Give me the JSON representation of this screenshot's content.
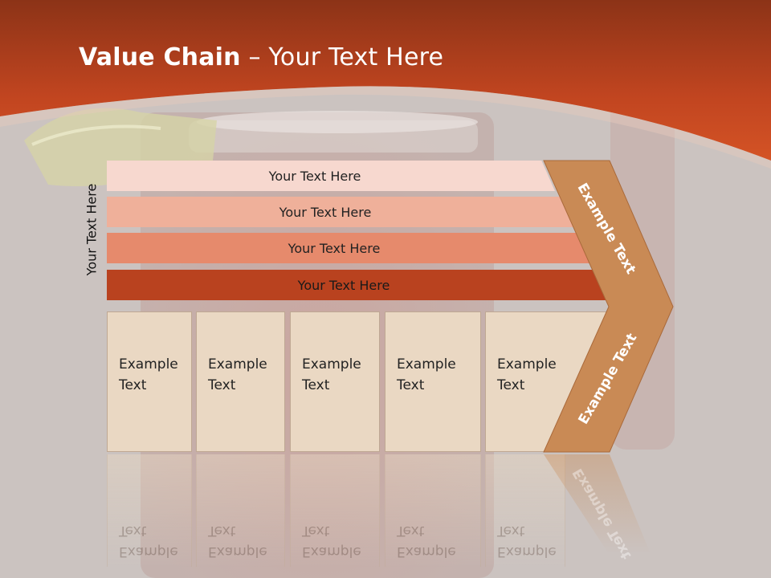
{
  "title": {
    "bold": "Value Chain",
    "rest": " – Your Text Here"
  },
  "side_label": "Your Text Here",
  "bars": [
    {
      "label": "Your Text Here"
    },
    {
      "label": "Your Text Here"
    },
    {
      "label": "Your Text Here"
    },
    {
      "label": "Your Text Here"
    }
  ],
  "cards": [
    {
      "line1": "Example",
      "line2": "Text"
    },
    {
      "line1": "Example",
      "line2": "Text"
    },
    {
      "line1": "Example",
      "line2": "Text"
    },
    {
      "line1": "Example",
      "line2": "Text"
    },
    {
      "line1": "Example",
      "line2": "Text"
    }
  ],
  "chevron": {
    "upper_label": "Example Text",
    "lower_label": "Example Text"
  },
  "colors": {
    "header": "#c9471f",
    "bar1": "#f7d8cf",
    "bar2": "#efb09a",
    "bar3": "#e68a6c",
    "bar4": "#b9421f",
    "card": "#ead8c3",
    "chevron": "#c98a55"
  }
}
